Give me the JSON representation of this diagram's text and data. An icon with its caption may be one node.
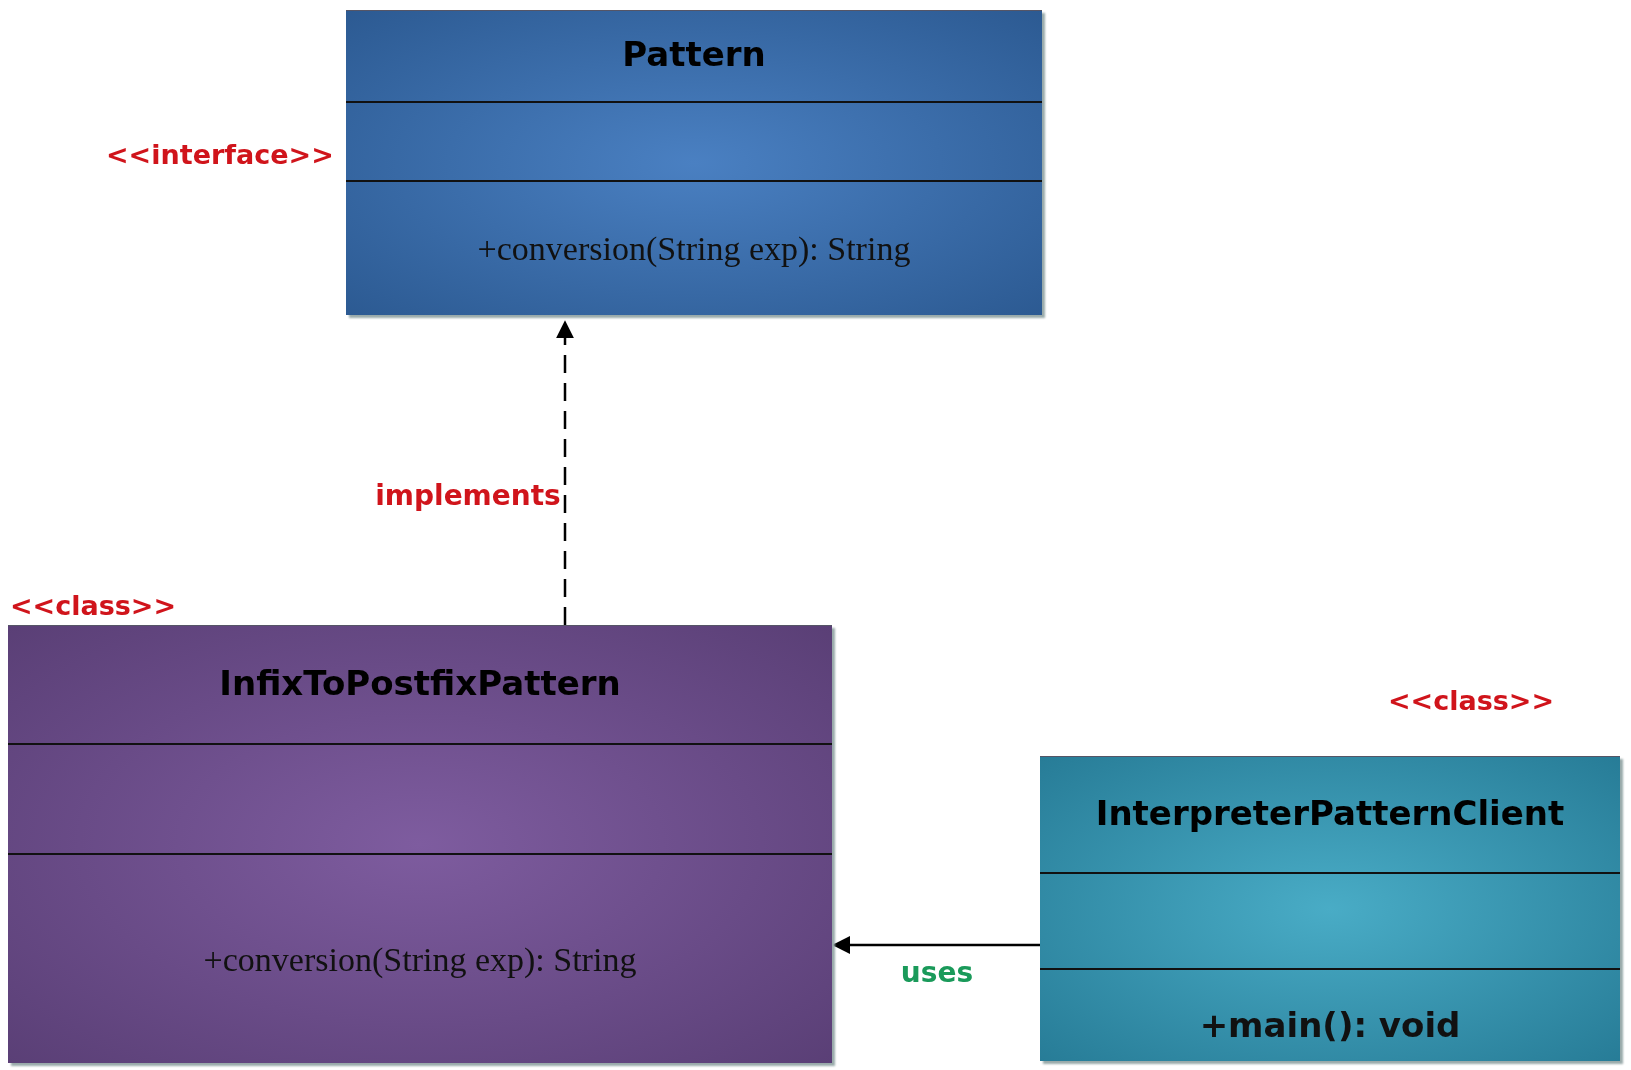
{
  "diagram": {
    "nodes": [
      {
        "text": [
          "Pattern",
          "+conversion(String exp): String"
        ],
        "beside": [
          "<<interface>>"
        ]
      },
      {
        "text": [
          "InfixToPostfixPattern",
          "+conversion(String exp): String"
        ],
        "beside": [
          "<<class>>"
        ]
      },
      {
        "text": [
          "InterpreterPatternClient",
          "+main(): void"
        ],
        "beside": [
          "<<class>>"
        ]
      }
    ],
    "edges": [
      {
        "from": 1,
        "to": 0,
        "arrow": "to",
        "label": "implements",
        "style": "dashed"
      },
      {
        "from": 2,
        "to": 1,
        "arrow": "to",
        "label": "uses"
      }
    ]
  }
}
